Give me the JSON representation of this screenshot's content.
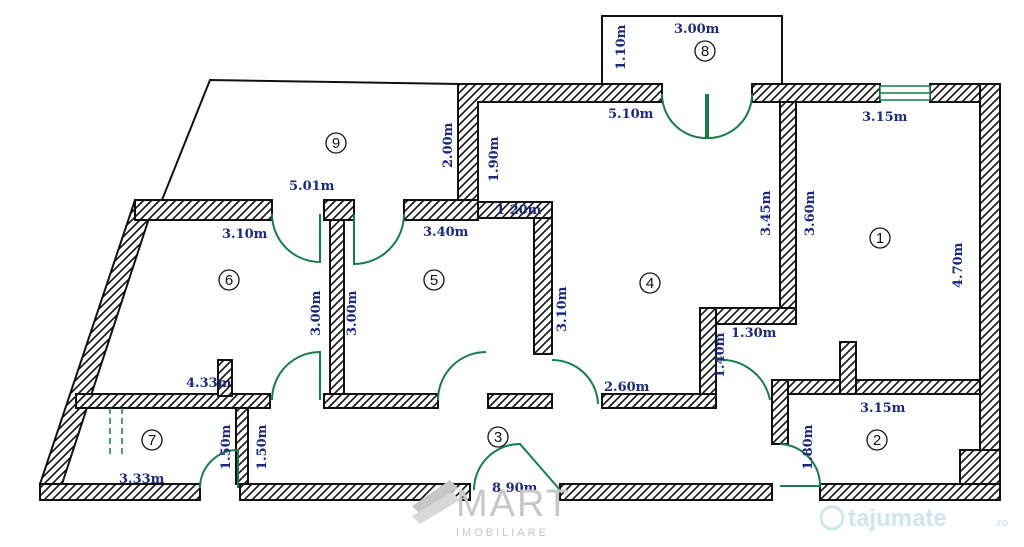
{
  "rooms": [
    {
      "id": "1",
      "label": "1"
    },
    {
      "id": "2",
      "label": "2"
    },
    {
      "id": "3",
      "label": "3"
    },
    {
      "id": "4",
      "label": "4"
    },
    {
      "id": "5",
      "label": "5"
    },
    {
      "id": "6",
      "label": "6"
    },
    {
      "id": "7",
      "label": "7"
    },
    {
      "id": "8",
      "label": "8"
    },
    {
      "id": "9",
      "label": "9"
    }
  ],
  "dimensions": {
    "balcony_width": "3.00m",
    "balcony_depth": "1.10m",
    "hall_top": "5.10m",
    "room1_top": "3.15m",
    "room1_height": "4.70m",
    "room1_left": "3.60m",
    "room4_right": "3.45m",
    "room4_small": "1.20m",
    "room4_left_upper": "1.90m",
    "room4_left": "3.10m",
    "room4_step": "1.30m",
    "room4_bottom": "2.60m",
    "room4_door": "1.40m",
    "terrace_left": "2.00m",
    "terrace_bottom": "5.01m",
    "room6_top": "3.10m",
    "room6_right": "3.00m",
    "room6_bottom": "4.33m",
    "room5_top": "3.40m",
    "room5_left": "3.00m",
    "room2_top": "3.15m",
    "room2_left": "1.80m",
    "room3_bottom": "8.90m",
    "room7_bottom": "3.33m",
    "room7_right_a": "1.50m",
    "room7_right_b": "1.50m"
  },
  "logo": {
    "brand": "MART",
    "subtitle": "IMOBILIARE"
  },
  "watermark": {
    "text": "tajumate",
    "suffix": ".ro"
  }
}
